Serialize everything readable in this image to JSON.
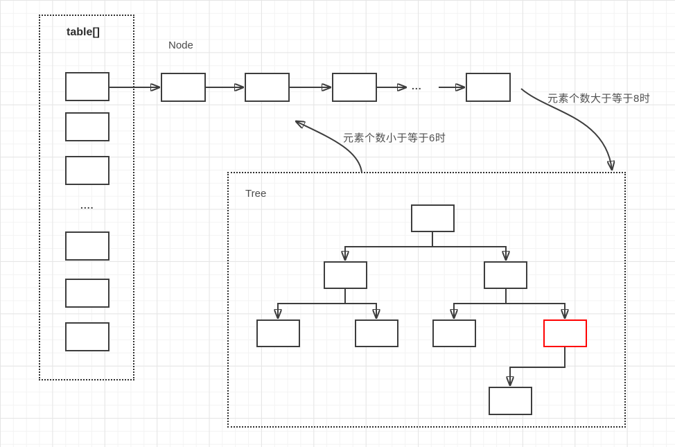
{
  "diagram": {
    "title_semantics": "HashMap bucket array with linked list converting to tree",
    "table": {
      "label": "table[]",
      "ellipsis": "....",
      "cell_count": 6
    },
    "linked_list": {
      "label": "Node",
      "ellipsis": "...",
      "node_count": 4
    },
    "tree": {
      "label": "Tree",
      "node_count": 8,
      "structure": {
        "root": {
          "left": {
            "left": "leaf",
            "right": "leaf"
          },
          "right": {
            "left": "leaf",
            "right": "highlighted-red-node -> child-below"
          }
        }
      },
      "highlighted_node": "right-right-leaf (red border)"
    },
    "annotations": {
      "treeify": "元素个数大于等于8时",
      "untreeify": "元素个数小于等于6时"
    },
    "colors": {
      "box_border": "#3d3d3d",
      "highlight_border": "#ff0000",
      "connector": "#3d3d3d",
      "text": "#4a4a4a",
      "background": "#ffffff",
      "grid_minor": "#f3f3f3",
      "grid_major": "#e5e5e5"
    }
  }
}
